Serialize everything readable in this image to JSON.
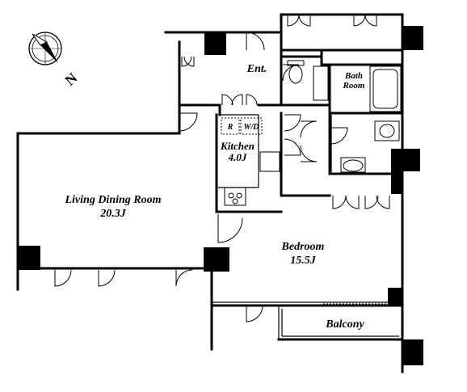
{
  "rooms": {
    "entrance": {
      "label": "Ent."
    },
    "bath_room": {
      "line1": "Bath",
      "line2": "Room"
    },
    "refrigerator": {
      "label": "R"
    },
    "washer_dryer": {
      "label": "W/D"
    },
    "kitchen": {
      "label": "Kitchen",
      "size": "4.0J"
    },
    "living_dining": {
      "label": "Living Dining Room",
      "size": "20.3J"
    },
    "bedroom": {
      "label": "Bedroom",
      "size": "15.5J"
    },
    "balcony": {
      "label": "Balcony"
    }
  },
  "compass": {
    "north": "N"
  },
  "colors": {
    "wall": "#000000",
    "fixture": "#444444",
    "background": "#ffffff"
  }
}
